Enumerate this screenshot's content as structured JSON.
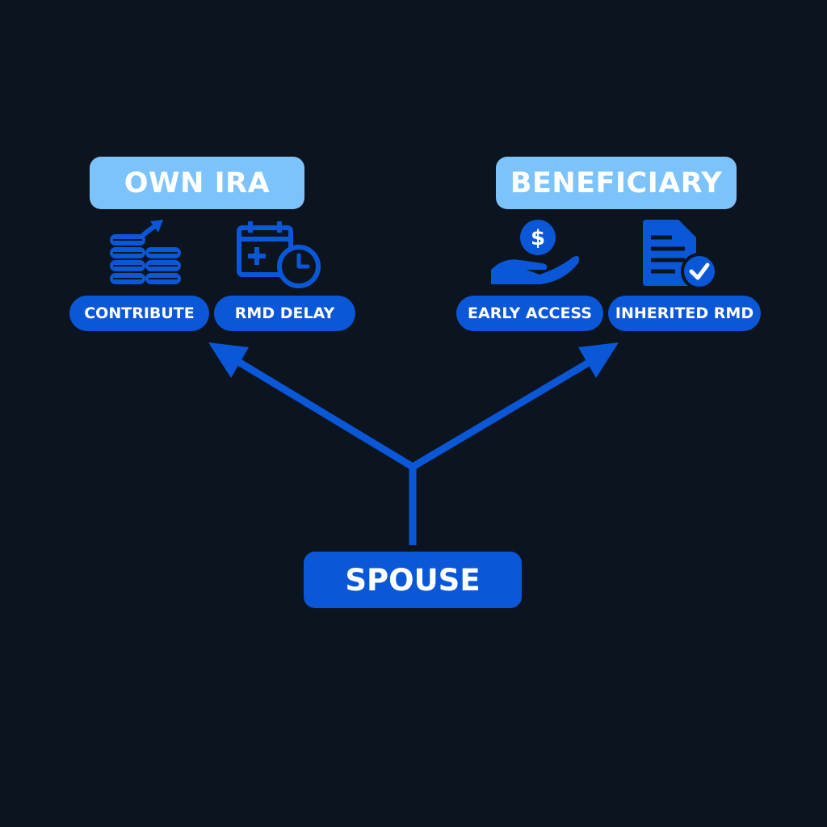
{
  "branches": {
    "left": {
      "title": "OWN IRA",
      "items": [
        {
          "label": "CONTRIBUTE",
          "icon": "coin-stacks-growth-icon"
        },
        {
          "label": "RMD DELAY",
          "icon": "calendar-clock-icon"
        }
      ]
    },
    "right": {
      "title": "BENEFICIARY",
      "items": [
        {
          "label": "EARLY ACCESS",
          "icon": "hand-dollar-coin-icon"
        },
        {
          "label": "INHERITED RMD",
          "icon": "document-check-icon"
        }
      ]
    }
  },
  "root": {
    "label": "SPOUSE"
  },
  "colors": {
    "background": "#0c1420",
    "accent": "#0a57d8",
    "header": "#7cc3fb",
    "text": "#ffffff"
  }
}
